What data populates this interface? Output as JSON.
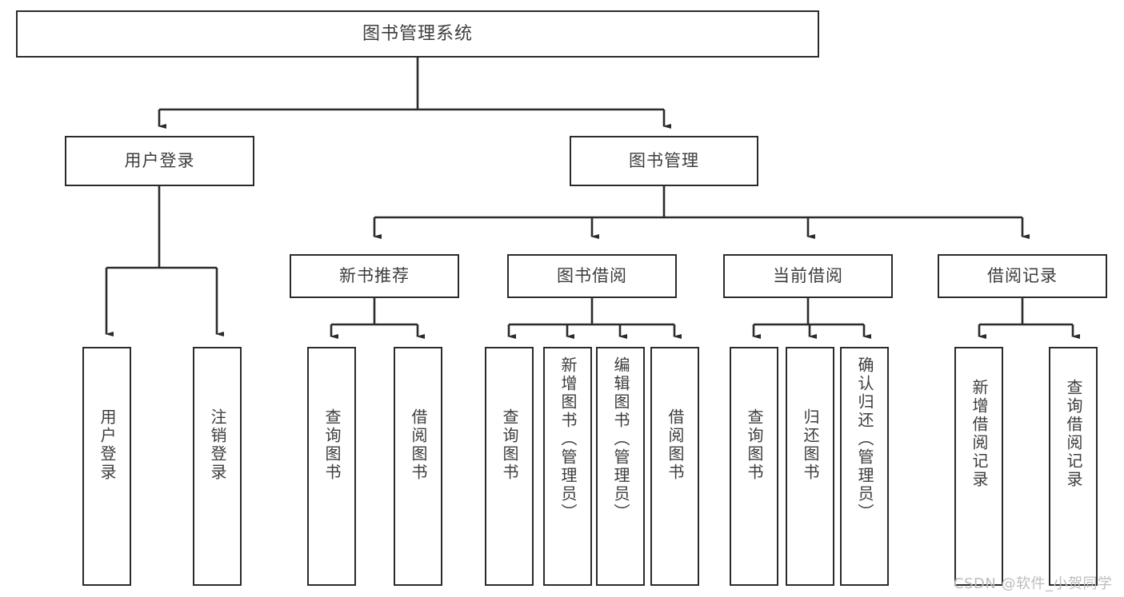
{
  "diagram": {
    "type": "tree-hierarchy",
    "title": "图书管理系统",
    "watermark": "CSDN @软件_小贺同学",
    "colors": {
      "stroke": "#2b2b2b",
      "text": "#3d3d3d",
      "background": "#ffffff",
      "watermark": "#bdbdbd"
    },
    "root": {
      "id": "root",
      "label": "图书管理系统"
    },
    "level1": [
      {
        "id": "user-login",
        "label": "用户登录"
      },
      {
        "id": "book-manage",
        "label": "图书管理"
      }
    ],
    "level2": [
      {
        "id": "new-book-recommend",
        "label": "新书推荐",
        "parent": "book-manage"
      },
      {
        "id": "book-borrow",
        "label": "图书借阅",
        "parent": "book-manage"
      },
      {
        "id": "current-borrow",
        "label": "当前借阅",
        "parent": "book-manage"
      },
      {
        "id": "borrow-record",
        "label": "借阅记录",
        "parent": "book-manage"
      }
    ],
    "leaves": [
      {
        "id": "leaf-user-login",
        "label": "用户登录",
        "parent": "user-login"
      },
      {
        "id": "leaf-user-logout",
        "label": "注销登录",
        "parent": "user-login"
      },
      {
        "id": "leaf-query-book-rec",
        "label": "查询图书",
        "parent": "new-book-recommend"
      },
      {
        "id": "leaf-borrow-book-rec",
        "label": "借阅图书",
        "parent": "new-book-recommend"
      },
      {
        "id": "leaf-query-book-borrow",
        "label": "查询图书",
        "parent": "book-borrow"
      },
      {
        "id": "leaf-add-book",
        "label": "新增图书（管理员）",
        "parent": "book-borrow"
      },
      {
        "id": "leaf-edit-book",
        "label": "编辑图书（管理员）",
        "parent": "book-borrow"
      },
      {
        "id": "leaf-borrow-book",
        "label": "借阅图书",
        "parent": "book-borrow"
      },
      {
        "id": "leaf-query-book-cur",
        "label": "查询图书",
        "parent": "current-borrow"
      },
      {
        "id": "leaf-return-book",
        "label": "归还图书",
        "parent": "current-borrow"
      },
      {
        "id": "leaf-confirm-return",
        "label": "确认归还（管理员）",
        "parent": "current-borrow"
      },
      {
        "id": "leaf-add-record",
        "label": "新增借阅记录",
        "parent": "borrow-record"
      },
      {
        "id": "leaf-query-record",
        "label": "查询借阅记录",
        "parent": "borrow-record"
      }
    ]
  }
}
